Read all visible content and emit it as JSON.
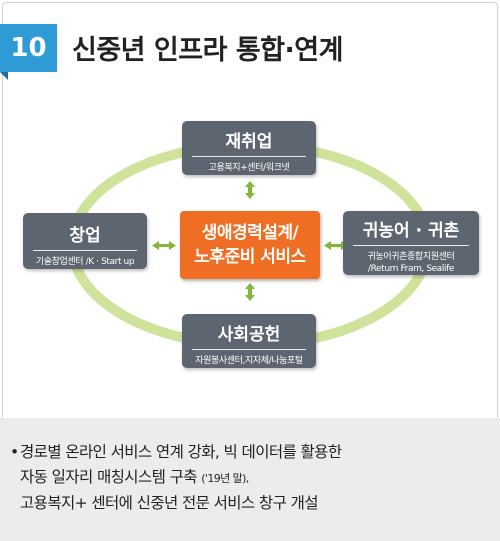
{
  "header": {
    "number": "10",
    "title": "신중년 인프라 통합·연계"
  },
  "center": {
    "line1": "생애경력설계/",
    "line2": "노후준비 서비스"
  },
  "nodes": {
    "top": {
      "title": "재취업",
      "sub": "고용복지+센터/워크넷"
    },
    "left": {
      "title": "창업",
      "sub": "기술창업센터 /K · Start up"
    },
    "right": {
      "title": "귀농어 · 귀촌",
      "sub1": "귀농어귀촌종합지원센터",
      "sub2": "/Return Fram, Sealife"
    },
    "bottom": {
      "title": "사회공헌",
      "sub": "자원봉사센터,지자체/나눔포털"
    }
  },
  "note": {
    "bullet": "•",
    "line1": "경로별 온라인 서비스 연계 강화, 빅 데이터를 활용한",
    "line2": "자동 일자리 매칭시스템 구축",
    "line2_small": "('19년 말),",
    "line3": "고용복지+ 센터에 신중년 전문 서비스 창구 개설"
  },
  "colors": {
    "badge": "#2e9bd6",
    "node": "#5d6670",
    "center": "#ef6e23",
    "ring": "#cfe39b",
    "arrow": "#7fb83a",
    "note_bg": "#ebecec"
  }
}
